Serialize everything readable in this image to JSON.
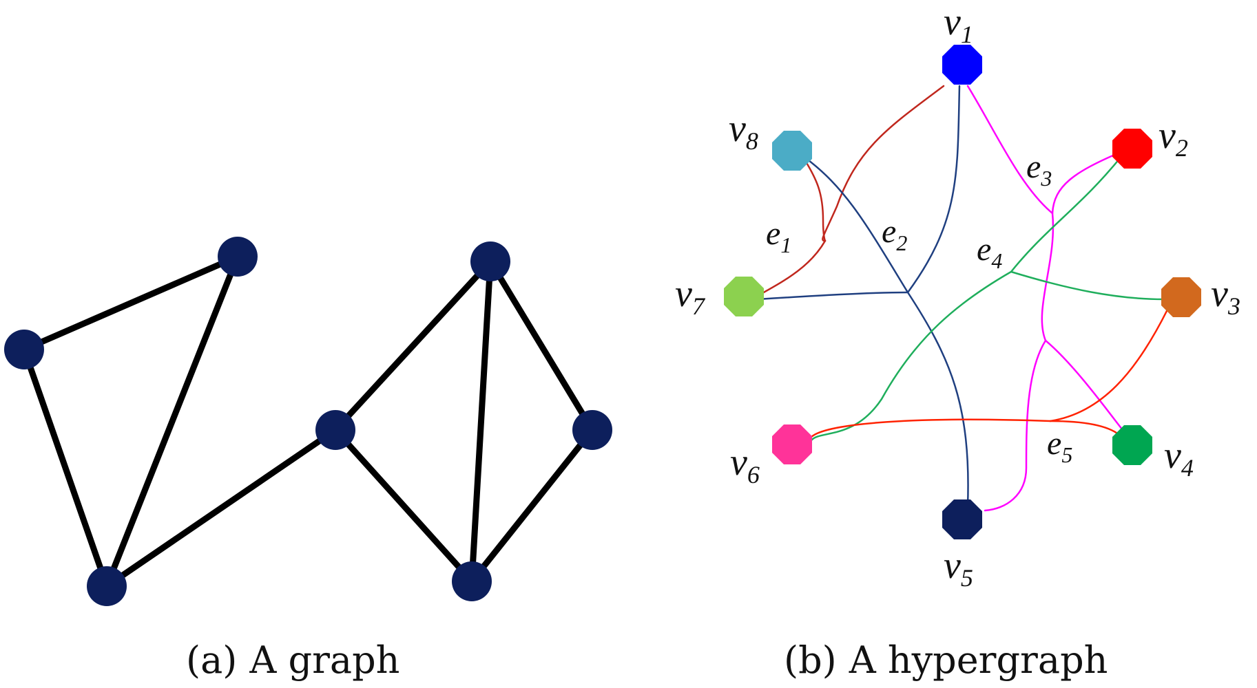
{
  "panel_a": {
    "caption_tag": "(a)",
    "caption_text": "A graph",
    "node_color": "#0d1f5c",
    "edge_color": "#000000"
  },
  "panel_b": {
    "caption_tag": "(b)",
    "caption_text": "A hypergraph",
    "vertices": [
      {
        "id": "v1",
        "letter": "v",
        "sub": "1",
        "color": "#0000ff"
      },
      {
        "id": "v2",
        "letter": "v",
        "sub": "2",
        "color": "#ff0000"
      },
      {
        "id": "v3",
        "letter": "v",
        "sub": "3",
        "color": "#d2691e"
      },
      {
        "id": "v4",
        "letter": "v",
        "sub": "4",
        "color": "#00a651"
      },
      {
        "id": "v5",
        "letter": "v",
        "sub": "5",
        "color": "#0d1f5c"
      },
      {
        "id": "v6",
        "letter": "v",
        "sub": "6",
        "color": "#ff3399"
      },
      {
        "id": "v7",
        "letter": "v",
        "sub": "7",
        "color": "#8cd14f"
      },
      {
        "id": "v8",
        "letter": "v",
        "sub": "8",
        "color": "#4bacc6"
      }
    ],
    "hyperedges": [
      {
        "id": "e1",
        "letter": "e",
        "sub": "1",
        "color": "#c0271d",
        "members": [
          "v1",
          "v7",
          "v8"
        ]
      },
      {
        "id": "e2",
        "letter": "e",
        "sub": "2",
        "color": "#1f3f80",
        "members": [
          "v1",
          "v5",
          "v7",
          "v8"
        ]
      },
      {
        "id": "e3",
        "letter": "e",
        "sub": "3",
        "color": "#ff00ff",
        "members": [
          "v1",
          "v2",
          "v4",
          "v5"
        ]
      },
      {
        "id": "e4",
        "letter": "e",
        "sub": "4",
        "color": "#1fae5c",
        "members": [
          "v2",
          "v3",
          "v6"
        ]
      },
      {
        "id": "e5",
        "letter": "e",
        "sub": "5",
        "color": "#ff2200",
        "members": [
          "v3",
          "v4",
          "v6"
        ]
      }
    ]
  }
}
